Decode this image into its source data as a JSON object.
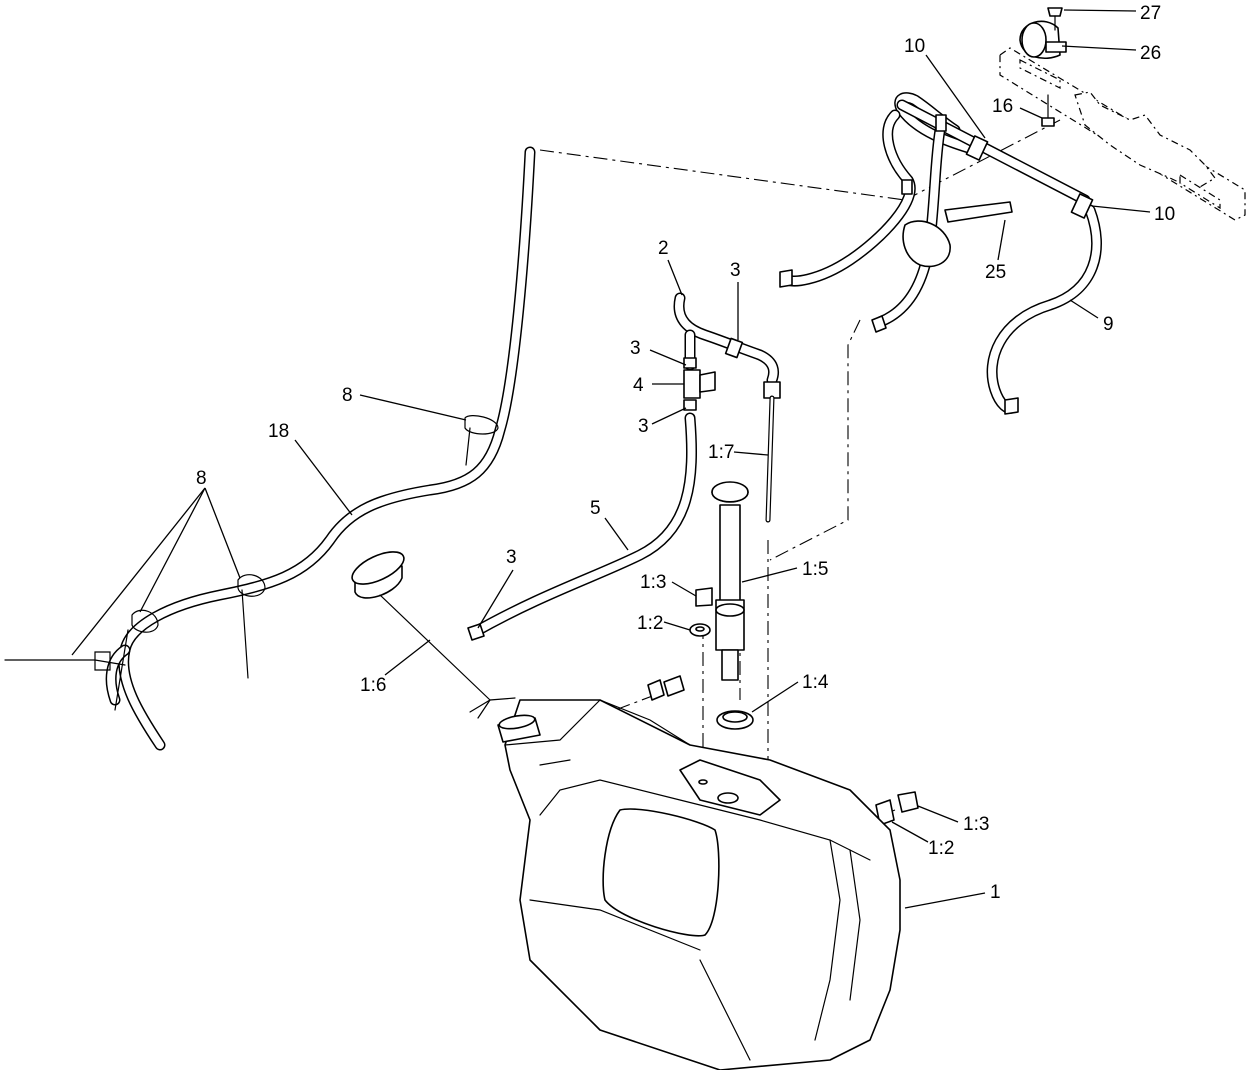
{
  "callouts": {
    "c27": "27",
    "c26": "26",
    "c10a": "10",
    "c16": "16",
    "c10b": "10",
    "c25": "25",
    "c9": "9",
    "c2": "2",
    "c3a": "3",
    "c3b": "3",
    "c4": "4",
    "c3c": "3",
    "c8a": "8",
    "c18": "18",
    "c1_7": "1:7",
    "c8b": "8",
    "c5": "5",
    "c3d": "3",
    "c1_3a": "1:3",
    "c1_5": "1:5",
    "c1_2a": "1:2",
    "c1_6": "1:6",
    "c1_4": "1:4",
    "c1_3b": "1:3",
    "c1_2b": "1:2",
    "c1": "1"
  },
  "icons": {
    "fuel_tank": "fuel-tank-icon",
    "fuel_cap": "fuel-cap-icon",
    "fuel_gauge": "fuel-gauge-icon",
    "bracket": "mounting-bracket-icon"
  }
}
